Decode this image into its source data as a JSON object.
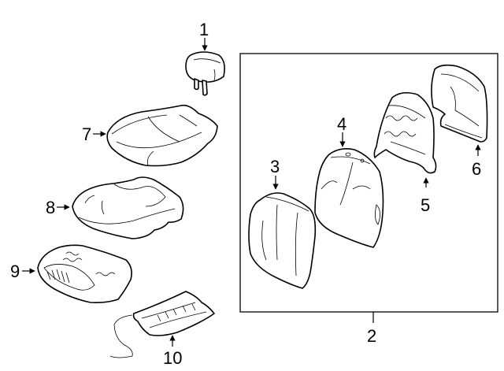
{
  "diagram": {
    "type": "exploded parts diagram",
    "subject": "seat assembly",
    "callouts": [
      {
        "number": "1",
        "part": "headrest"
      },
      {
        "number": "2",
        "part": "seat back assembly (boxed group)"
      },
      {
        "number": "3",
        "part": "seat back cover"
      },
      {
        "number": "4",
        "part": "seat back pad"
      },
      {
        "number": "5",
        "part": "seat back frame"
      },
      {
        "number": "6",
        "part": "seat back panel"
      },
      {
        "number": "7",
        "part": "seat cushion cover"
      },
      {
        "number": "8",
        "part": "seat cushion pad"
      },
      {
        "number": "9",
        "part": "seat cushion frame"
      },
      {
        "number": "10",
        "part": "seat heater element"
      }
    ]
  }
}
